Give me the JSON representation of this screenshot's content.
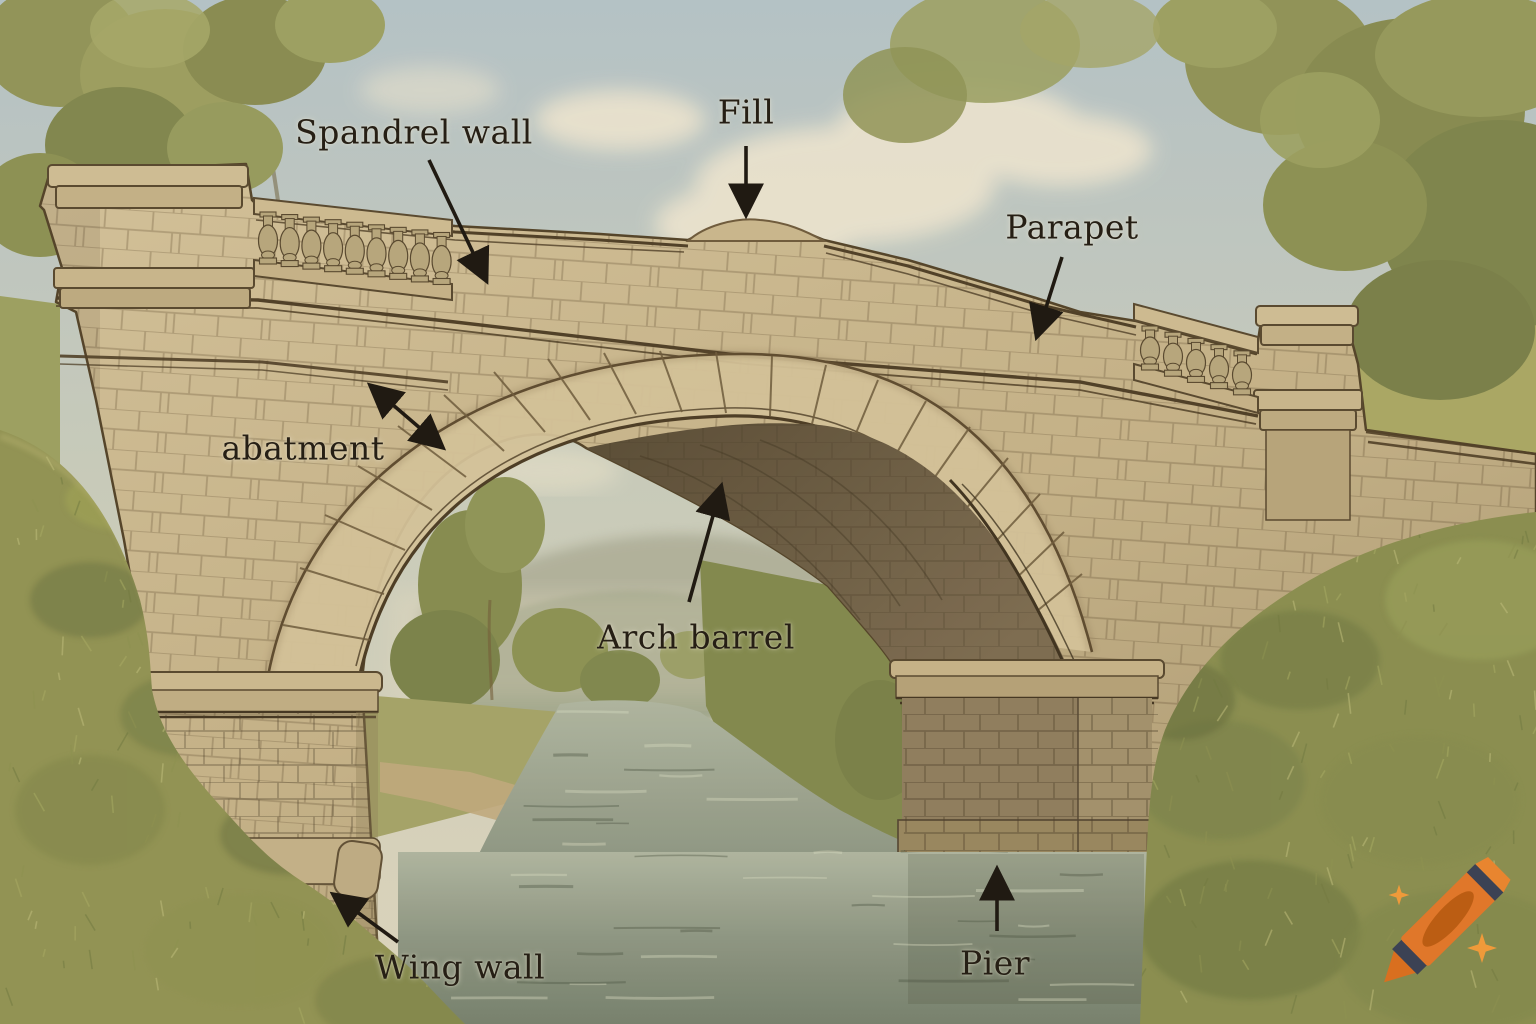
{
  "scene": {
    "subject": "Labeled diagram of a stone masonry arch bridge over a river",
    "style": "vintage watercolor illustration"
  },
  "labels": [
    {
      "id": "spandrel-wall",
      "text": "Spandrel wall"
    },
    {
      "id": "fill",
      "text": "Fill"
    },
    {
      "id": "parapet",
      "text": "Parapet"
    },
    {
      "id": "abutment",
      "text": "abatment"
    },
    {
      "id": "arch-barrel",
      "text": "Arch barrel"
    },
    {
      "id": "wing-wall",
      "text": "Wing wall"
    },
    {
      "id": "pier",
      "text": "Pier"
    }
  ],
  "watermark": {
    "icon": "crayon-icon",
    "sparkles": 2
  },
  "colors": {
    "sky_top": "#b3c3cb",
    "sky_horizon": "#ddd6c0",
    "cloud": "#f0e8d4",
    "stone_light": "#cdbc96",
    "stone_mid": "#b5a37d",
    "stone_joint": "#5d4b31",
    "soffit_dark": "#564a36",
    "pier_front": "#8d7c5e",
    "grass_light": "#a8a765",
    "grass_mid": "#8a9150",
    "grass_dark": "#6e7840",
    "water_light": "#aab3a0",
    "water_dark": "#76826f",
    "hill_haze": "#a9ab97",
    "label_text": "#261f15",
    "arrow": "#201a12",
    "crayon_orange": "#e0772a",
    "crayon_stripe": "#3c4254",
    "sparkle": "#ef9a3a"
  }
}
